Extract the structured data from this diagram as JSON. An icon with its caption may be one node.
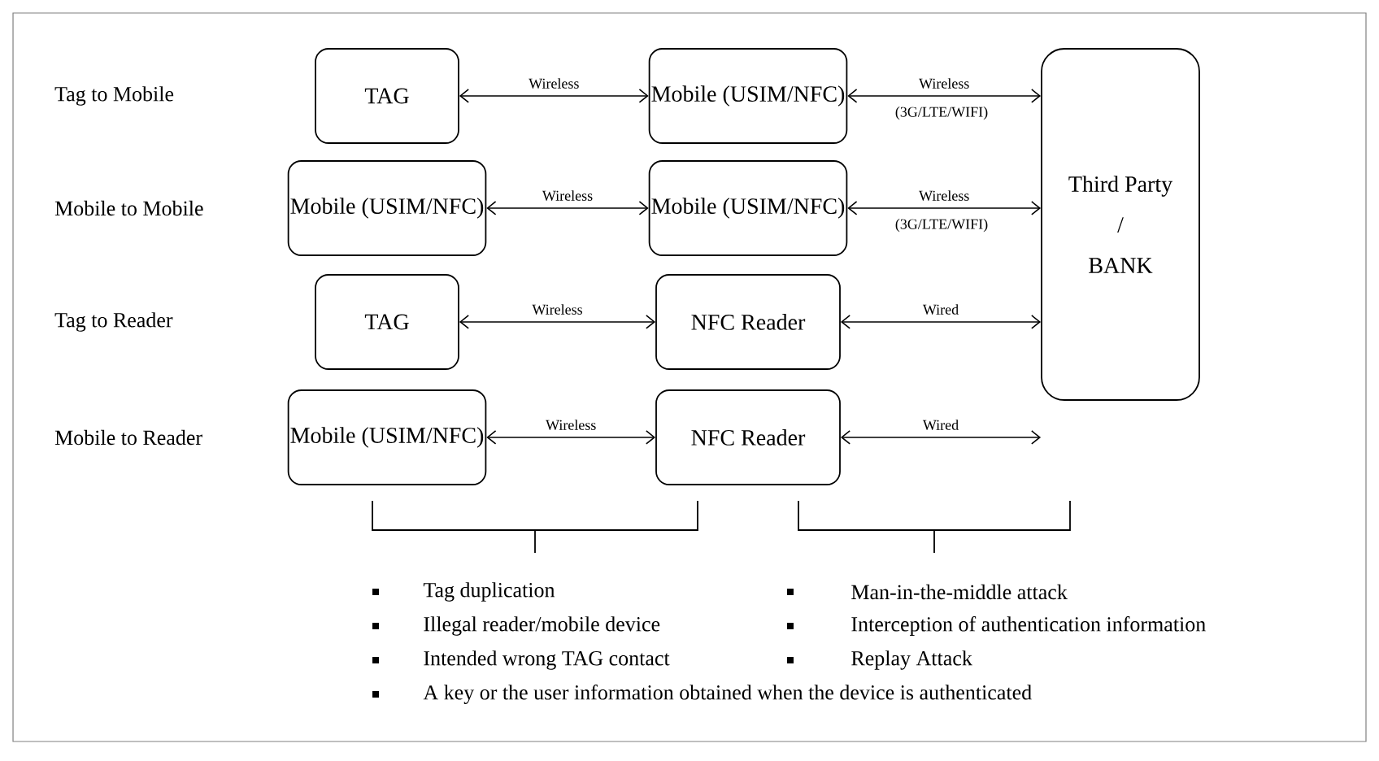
{
  "diagram": {
    "nodes": [
      {
        "text": [
          "TAG"
        ]
      },
      {
        "text": [
          "Mobile (USIM/NFC)"
        ]
      },
      {
        "text": [
          "Mobile (USIM/NFC)"
        ]
      },
      {
        "text": [
          "Mobile (USIM/NFC)"
        ]
      },
      {
        "text": [
          "TAG"
        ]
      },
      {
        "text": [
          "NFC Reader"
        ]
      },
      {
        "text": [
          "Mobile (USIM/NFC)"
        ]
      },
      {
        "text": [
          "NFC Reader"
        ]
      },
      {
        "text": [
          "Third Party",
          "/",
          "BANK"
        ]
      }
    ],
    "edges": [
      {
        "from": 0,
        "to": 1,
        "arrow": "both",
        "label": "Wireless"
      },
      {
        "from": 1,
        "to": 8,
        "arrow": "both",
        "label": "Wireless"
      },
      {
        "from": 2,
        "to": 3,
        "arrow": "both",
        "label": "Wireless"
      },
      {
        "from": 3,
        "to": 8,
        "arrow": "both",
        "label": "Wireless"
      },
      {
        "from": 4,
        "to": 5,
        "arrow": "both",
        "label": "Wireless"
      },
      {
        "from": 5,
        "to": 8,
        "arrow": "both",
        "label": "Wired"
      },
      {
        "from": 6,
        "to": 7,
        "arrow": "both",
        "label": "Wireless"
      },
      {
        "from": 7,
        "to": 8,
        "arrow": "both",
        "label": "Wired"
      }
    ],
    "labels": [
      "Tag to Mobile",
      "(3G/LTE/WIFI)",
      "Mobile to Mobile",
      "(3G/LTE/WIFI)",
      "Tag to Reader",
      "Mobile to Reader",
      "Tag duplication",
      "Man-in-the-middle attack",
      "Illegal reader/mobile device",
      "Interception of authentication information",
      "Intended wrong TAG contact",
      "Replay Attack",
      "A key or the user information obtained when the device is authenticated"
    ]
  }
}
